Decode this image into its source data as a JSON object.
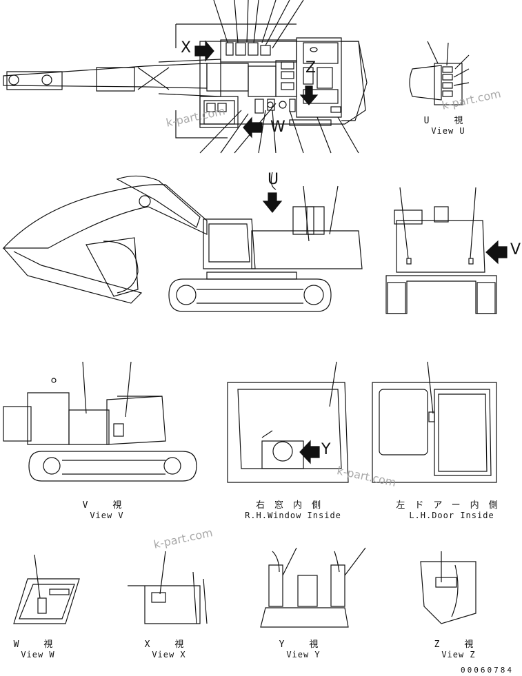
{
  "views": {
    "u": {
      "jp": "U 視",
      "en": "View U"
    },
    "v": {
      "jp": "V 視",
      "en": "View V"
    },
    "rh_window": {
      "jp": "右窓内側",
      "en": "R.H.Window Inside"
    },
    "lh_door": {
      "jp": "左ドアー内側",
      "en": "L.H.Door Inside"
    },
    "w": {
      "jp": "W 視",
      "en": "View W"
    },
    "x": {
      "jp": "X 視",
      "en": "View X"
    },
    "y": {
      "jp": "Y 視",
      "en": "View Y"
    },
    "z": {
      "jp": "Z 視",
      "en": "View Z"
    }
  },
  "arrow_letters": {
    "x": "X",
    "z": "Z",
    "w": "W",
    "u": "U",
    "v": "V",
    "y": "Y"
  },
  "watermark": "k-part.com",
  "drawing_code": "00060784",
  "colors": {
    "line": "#111111",
    "watermark": "#9a9a9a",
    "background": "#ffffff"
  }
}
